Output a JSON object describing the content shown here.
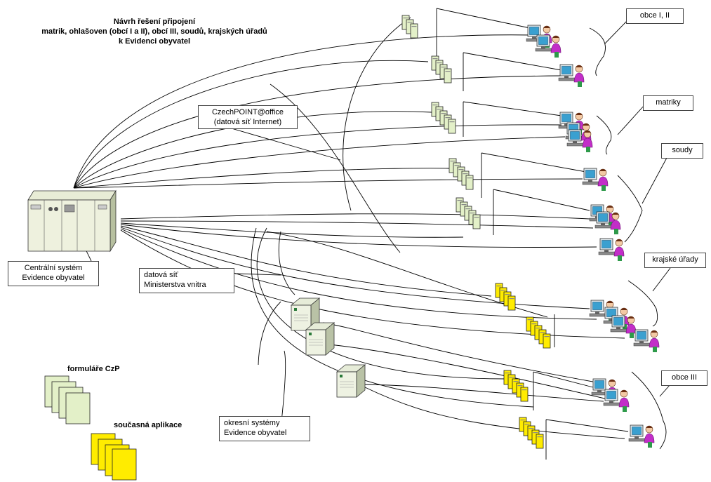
{
  "title": {
    "line1": "Návrh řešení připojení",
    "line2": "matrik, ohlašoven (obcí I a II), obcí III, soudů, krajských úřadů",
    "line3": "k Evidenci obyvatel"
  },
  "labels": {
    "central": [
      "Centrální systém",
      "Evidence obyvatel"
    ],
    "czechpoint": [
      "CzechPOINT@office",
      "(datová síť Internet)"
    ],
    "mvnet": [
      "datová síť",
      "Ministerstva vnitra"
    ],
    "district": [
      "okresní systémy",
      "Evidence obyvatel"
    ],
    "groups": {
      "obce12": "obce I, II",
      "matriky": "matriky",
      "soudy": "soudy",
      "krajske": "krajské úřady",
      "obce3": "obce III"
    }
  },
  "legend": {
    "forms": "formuláře CzP",
    "current_app": "současná aplikace"
  },
  "colors": {
    "czp_doc": "#e3f0c8",
    "current_doc": "#ffec00",
    "line": "#000000",
    "shirt": "#c22ec8",
    "monitor": "#3aa0d0"
  }
}
